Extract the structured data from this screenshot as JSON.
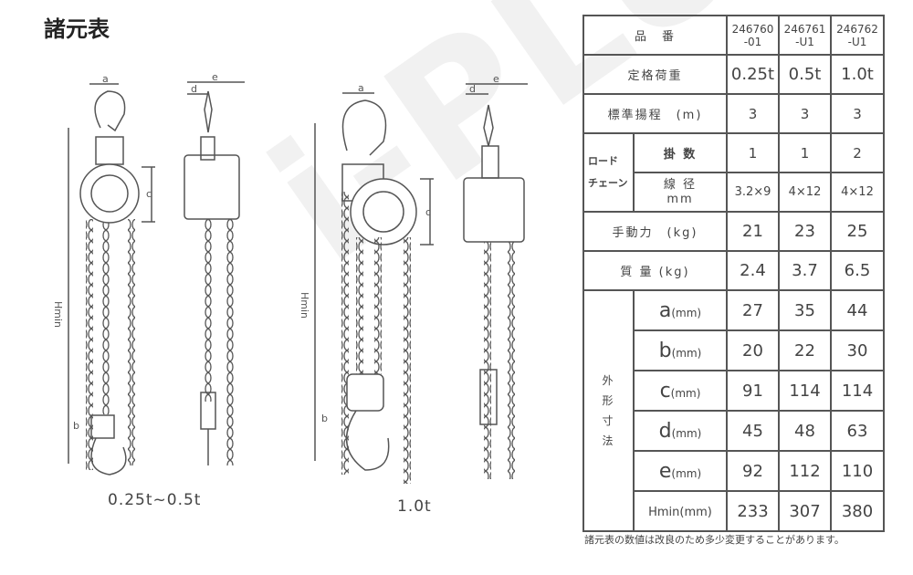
{
  "title": "諸元表",
  "watermark": "i-PLUS",
  "diagrams": {
    "small": {
      "caption": "0.25t~0.5t",
      "labels": {
        "a": "a",
        "b": "b",
        "c": "c",
        "d": "d",
        "e": "e",
        "hmin": "Hmin"
      }
    },
    "large": {
      "caption": "1.0t",
      "labels": {
        "a": "a",
        "b": "b",
        "c": "c",
        "d": "d",
        "e": "e",
        "hmin": "Hmin"
      }
    }
  },
  "table": {
    "header": {
      "label": "品　番",
      "models": [
        "246760\n-01",
        "246761\n-U1",
        "246762\n-U1"
      ]
    },
    "rated_load": {
      "label": "定格荷重",
      "values": [
        "0.25t",
        "0.5t",
        "1.0t"
      ]
    },
    "lift": {
      "label": "標準揚程　(m)",
      "values": [
        "3",
        "3",
        "3"
      ]
    },
    "load_chain": {
      "label": "ロード\nチェーン",
      "falls": {
        "label": "掛 数",
        "values": [
          "1",
          "1",
          "2"
        ]
      },
      "diameter": {
        "label": "線 径\nmm",
        "values": [
          "3.2×9",
          "4×12",
          "4×12"
        ]
      }
    },
    "hand_force": {
      "label": "手動力　(kg)",
      "values": [
        "21",
        "23",
        "25"
      ]
    },
    "weight": {
      "label": "質 量 (kg)",
      "values": [
        "2.4",
        "3.7",
        "6.5"
      ]
    },
    "dimensions": {
      "label": "外\n形\n寸\n法",
      "rows": [
        {
          "letter": "a",
          "unit": "(mm)",
          "values": [
            "27",
            "35",
            "44"
          ]
        },
        {
          "letter": "b",
          "unit": "(mm)",
          "values": [
            "20",
            "22",
            "30"
          ]
        },
        {
          "letter": "c",
          "unit": "(mm)",
          "values": [
            "91",
            "114",
            "114"
          ]
        },
        {
          "letter": "d",
          "unit": "(mm)",
          "values": [
            "45",
            "48",
            "63"
          ]
        },
        {
          "letter": "e",
          "unit": "(mm)",
          "values": [
            "92",
            "112",
            "110"
          ]
        },
        {
          "letter": "Hmin",
          "unit": "(mm)",
          "values": [
            "233",
            "307",
            "380"
          ]
        }
      ]
    }
  },
  "note": "諸元表の数値は改良のため多少変更することがあります。"
}
